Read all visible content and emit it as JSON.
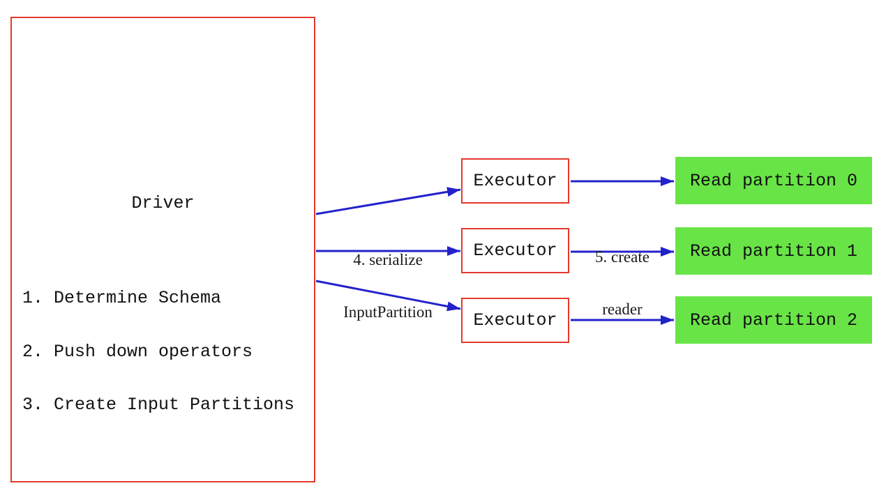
{
  "colors": {
    "background": "#ffffff",
    "box_border_red": "#e4382c",
    "arrow_blue": "#2222cc",
    "partition_green": "#69e447",
    "text_black": "#111111"
  },
  "driver": {
    "title": "Driver",
    "steps": [
      "1. Determine Schema",
      "2. Push down operators",
      "3. Create Input Partitions"
    ]
  },
  "executors": [
    {
      "label": "Executor"
    },
    {
      "label": "Executor"
    },
    {
      "label": "Executor"
    }
  ],
  "partitions": [
    {
      "label": "Read partition 0"
    },
    {
      "label": "Read partition 1"
    },
    {
      "label": "Read partition 2"
    }
  ],
  "edge_labels": {
    "serialize": {
      "line1": "4. serialize",
      "line2": "InputPartition"
    },
    "create_reader": {
      "line1": "5. create",
      "line2": "reader"
    }
  }
}
